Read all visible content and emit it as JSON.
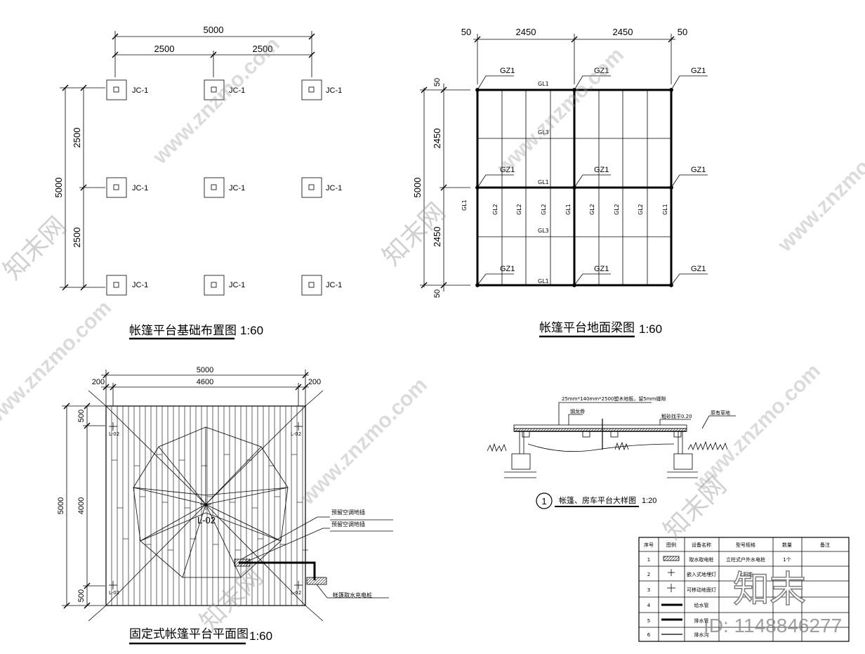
{
  "foundation_plan": {
    "title": "帐篷平台基础布置图",
    "scale": "1:60",
    "dims": {
      "top_total": "5000",
      "top_left": "2500",
      "top_right": "2500",
      "left_total": "5000",
      "left_upper": "2500",
      "left_lower": "2500"
    },
    "footing_label": "JC-1"
  },
  "beam_plan": {
    "title": "帐篷平台地面梁图",
    "scale": "1:60",
    "dims": {
      "top_edge_l": "50",
      "top_mid_l": "2450",
      "top_mid_r": "2450",
      "top_edge_r": "50",
      "left_edge_t": "50",
      "left_upper": "2450",
      "left_total": "5000",
      "left_lower": "2450",
      "left_edge_b": "50"
    },
    "column_label": "GZ1",
    "beam_labels": {
      "gl1": "GL1",
      "gl2": "GL2",
      "gl3": "GL3"
    }
  },
  "deck_plan": {
    "title": "固定式帐篷平台平面图",
    "scale": "1:60",
    "dims": {
      "top_total": "5000",
      "top_inner": "4600",
      "edge_l": "200",
      "edge_r": "200",
      "left_total": "5000",
      "left_inner": "4000",
      "left_top": "500",
      "left_bottom": "500"
    },
    "lamp_tag": "L-02",
    "center_tag": "L-02",
    "notes": [
      "预留空调地插",
      "预留空调地插",
      "帐篷取水充电桩"
    ]
  },
  "section_detail": {
    "number": "1",
    "title": "帐篷、房车平台大样图",
    "scale": "1:20",
    "notes": [
      "25mm*140mm*2500塑木地板，留5mm缝隙",
      "钢龙骨",
      "粗砂找平0.20",
      "原有草地"
    ]
  },
  "legend": {
    "headers": [
      "序号",
      "图例",
      "设备名称",
      "型号规格",
      "数量",
      "备注"
    ],
    "rows": [
      {
        "no": "1",
        "name": "取水取电桩",
        "spec": "立柱式户外水电桩",
        "qty": "1个",
        "note": ""
      },
      {
        "no": "2",
        "name": "嵌入式地埋灯",
        "spec": "太阳能",
        "qty": "",
        "note": ""
      },
      {
        "no": "3",
        "name": "可移动地面灯",
        "spec": "",
        "qty": "",
        "note": ""
      },
      {
        "no": "4",
        "name": "给水管",
        "spec": "",
        "qty": "",
        "note": ""
      },
      {
        "no": "5",
        "name": "排水管",
        "spec": "",
        "qty": "",
        "note": ""
      },
      {
        "no": "6",
        "name": "排水沟",
        "spec": "",
        "qty": "",
        "note": ""
      }
    ]
  },
  "watermark": {
    "site": "www.znzmo.com",
    "brand": "知末网",
    "logo": "知末",
    "id": "ID: 1148846277"
  }
}
